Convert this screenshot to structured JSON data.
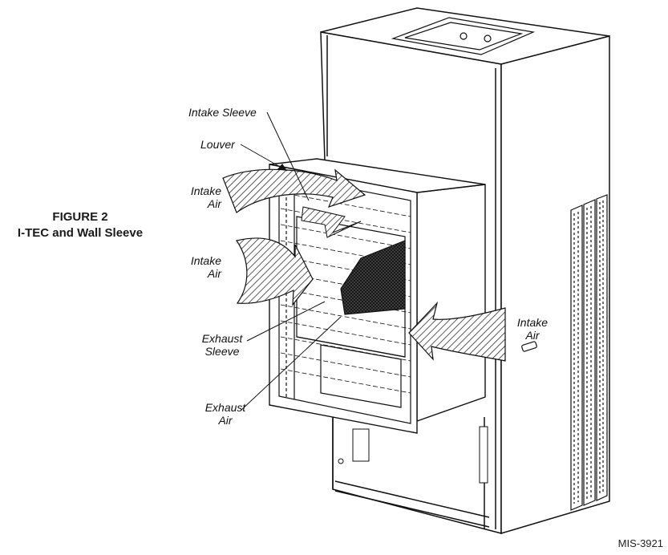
{
  "figure": {
    "number": "FIGURE 2",
    "caption": "I-TEC and Wall Sleeve"
  },
  "callouts": {
    "intake_sleeve": "Intake Sleeve",
    "louver": "Louver",
    "intake_air_upper": [
      "Intake",
      "Air"
    ],
    "intake_air_middle": [
      "Intake",
      "Air"
    ],
    "intake_air_right": [
      "Intake",
      "Air"
    ],
    "exhaust_sleeve": [
      "Exhaust",
      "Sleeve"
    ],
    "exhaust_air": [
      "Exhaust",
      "Air"
    ]
  },
  "drawing_id": "MIS-3921"
}
